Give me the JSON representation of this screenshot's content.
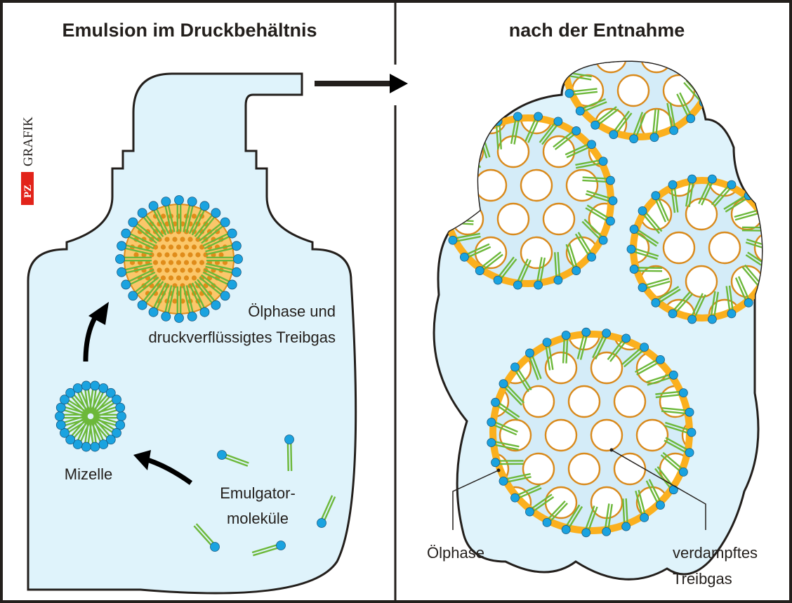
{
  "panels": {
    "left_title": "Emulsion im Druckbehältnis",
    "right_title": "nach der Entnahme"
  },
  "logo": {
    "brand": "PZ",
    "text": "GRAFIK",
    "brand_color": "#e2231a"
  },
  "left_labels": {
    "oil_phase_line1": "Ölphase und",
    "oil_phase_line2": "druckverflüssigtes Treibgas",
    "micelle": "Mizelle",
    "emulsifier_line1": "Emulgator-",
    "emulsifier_line2": "moleküle"
  },
  "right_labels": {
    "oil_phase": "Ölphase",
    "evaporated_line1": "verdampftes",
    "evaporated_line2": "Treibgas"
  },
  "colors": {
    "liquid": "#dff3fb",
    "inner_liquid": "#d4ecf8",
    "oil": "#fbb01e",
    "oil_light": "#fbc76a",
    "oil_dots": "#e08c1a",
    "gas_ring": "#d98a1c",
    "head": "#1aa3e0",
    "tail": "#6cb83a",
    "outline": "#231f1c"
  }
}
